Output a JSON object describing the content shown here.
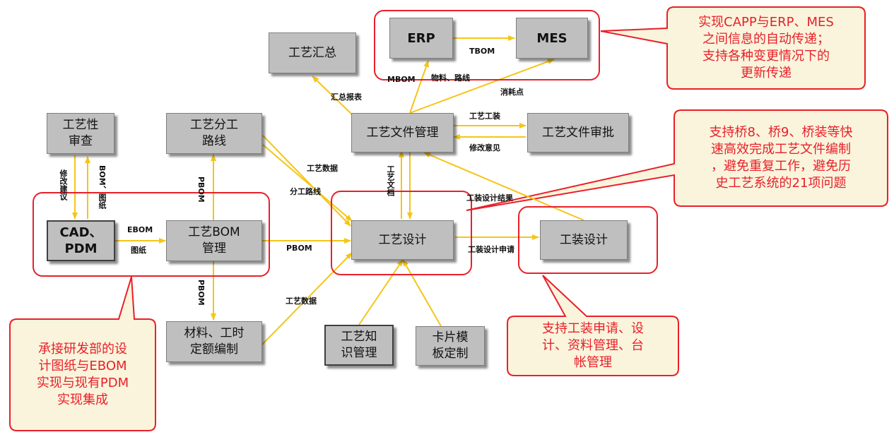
{
  "boxes": {
    "erp": "ERP",
    "mes": "MES",
    "process_summary": "工艺汇总",
    "process_doc_mgmt": "工艺文件管理",
    "process_doc_approval": "工艺文件审批",
    "manufacturability_review": "工艺性\n审查",
    "process_division_route": "工艺分工\n路线",
    "cad_pdm": "CAD、\nPDM",
    "process_bom_mgmt": "工艺BOM\n管理",
    "process_design": "工艺设计",
    "tooling_design": "工装设计",
    "material_quota": "材料、工时\n定额编制",
    "process_knowledge": "工艺知\n识管理",
    "card_template": "卡片模\n板定制"
  },
  "edge_labels": {
    "tbom": "TBOM",
    "mbom": "MBOM",
    "material_route": "物料、路线",
    "consumption_point": "消耗点",
    "summary_report": "汇总报表",
    "process_tooling": "工艺工装",
    "revision_opinion": "修改意见",
    "modify_suggestion": "修改建议",
    "bom_drawing": "BOM、图纸",
    "pbom_up": "PBOM",
    "ebom": "EBOM",
    "drawing": "图纸",
    "process_data_1": "工艺数据",
    "division_route": "分工路线",
    "process_doc": "工艺文档",
    "tooling_design_result": "工装设计结果",
    "pbom_right": "PBOM",
    "tooling_design_request": "工装设计申请",
    "pbom_down": "PBOM",
    "process_data_2": "工艺数据"
  },
  "callouts": {
    "capp_integration": "实现CAPP与ERP、MES\n之间信息的自动传递；\n支持各种变更情况下的\n更新传递",
    "fast_compile": "支持桥8、桥9、桥装等快\n速高效完成工艺文件编制\n，避免重复工作，避免历\n史工艺系统的21项问题",
    "pdm_integration": "承接研发部的设\n计图纸与EBOM\n实现与现有PDM\n实现集成",
    "tooling_support": "支持工装申请、设\n计、资料管理、台\n帐管理"
  },
  "colors": {
    "arrow": "#f5c518",
    "callout_border": "#e8202a",
    "callout_fill": "#faf4dc",
    "box_fill": "#bfbfbf"
  }
}
